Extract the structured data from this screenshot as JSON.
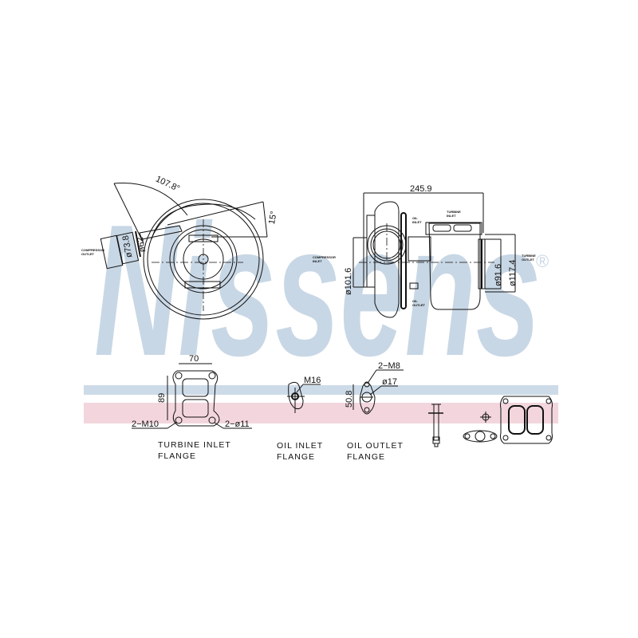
{
  "watermark": {
    "brand": "Nissens",
    "registered": "®",
    "colors": {
      "logo": "#c8d7e5",
      "band_blue": "#cddbe8",
      "band_pink": "#f3d6dd"
    }
  },
  "front_view": {
    "angle_107": "107.8°",
    "angle_15": "15°",
    "dia_73": "ø73.8",
    "dia_62": "ø62",
    "compressor_outlet": [
      "COMPRESSOR",
      "OUTLET"
    ]
  },
  "side_view": {
    "length": "245.9",
    "dia_101": "ø101.6",
    "dia_91": "ø91.6",
    "dia_117": "ø117.4",
    "compressor_inlet": [
      "COMPRESSOR",
      "INLET"
    ],
    "turbine_inlet": [
      "TURBINE",
      "INLET"
    ],
    "turbine_outlet": [
      "TURBINE",
      "OUTLET"
    ],
    "oil_inlet": [
      "OIL",
      "INLET"
    ],
    "oil_outlet": [
      "OIL",
      "OUTLET"
    ]
  },
  "flanges": {
    "turbine_inlet": {
      "width": "70",
      "height": "89",
      "thread": "2−M10",
      "holes": "2−ø11",
      "title": [
        "TURBINE  INLET",
        "FLANGE"
      ]
    },
    "oil_inlet": {
      "thread": "M16",
      "title": [
        "OIL  INLET",
        "FLANGE"
      ]
    },
    "oil_outlet": {
      "thread": "2−M8",
      "hole": "ø17",
      "spacing": "50.8",
      "title": [
        "OIL  OUTLET",
        "FLANGE"
      ]
    }
  }
}
